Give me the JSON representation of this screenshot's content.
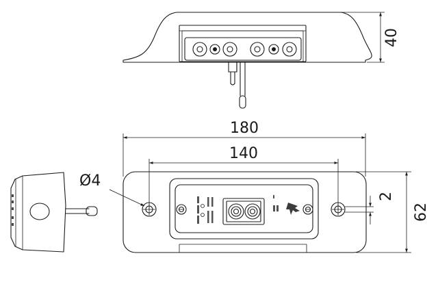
{
  "dimensions": {
    "height_top": "40",
    "overall_width": "180",
    "hole_spacing": "140",
    "hole_diameter": "Ø4",
    "small_gap": "2",
    "overall_height": "62"
  },
  "colors": {
    "line": "#1a1a1a",
    "background": "#ffffff"
  },
  "icons": [
    "connector-pin-icon",
    "screw-icon",
    "mounting-hole-icon",
    "cable-icon"
  ]
}
